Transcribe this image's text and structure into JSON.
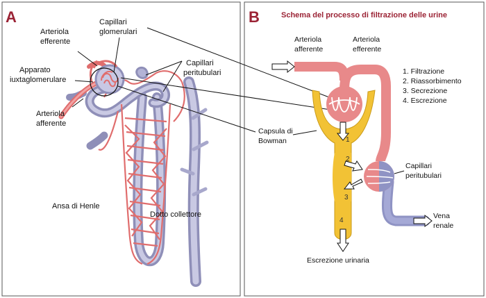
{
  "panel_a": {
    "letter": "A",
    "labels": {
      "arteriola_efferente": [
        "Arteriola",
        "efferente"
      ],
      "capillari_glomerulari": [
        "Capillari",
        "glomerulari"
      ],
      "capillari_peritubulari": [
        "Capillari",
        "peritubulari"
      ],
      "apparato": [
        "Apparato",
        "iuxtaglomerulare"
      ],
      "arteriola_afferente": [
        "Arteriola",
        "afferente"
      ],
      "ansa": "Ansa di Henle",
      "dotto": "Dotto collettore"
    }
  },
  "panel_b": {
    "letter": "B",
    "title": "Schema del processo di filtrazione delle urine",
    "labels": {
      "arteriola_afferente": [
        "Arteriola",
        "afferente"
      ],
      "arteriola_efferente": [
        "Arteriola",
        "efferente"
      ],
      "capsula": [
        "Capsula di",
        "Bowman"
      ],
      "capillari_peritubulari": [
        "Capillari",
        "peritubulari"
      ],
      "vena_renale": [
        "Vena",
        "renale"
      ],
      "escrezione_urinaria": "Escrezione urinaria"
    },
    "steps": [
      "1. Filtrazione",
      "2. Riassorbimento",
      "3. Secrezione",
      "4. Escrezione"
    ],
    "step_numbers": [
      "1",
      "2",
      "3",
      "4"
    ]
  },
  "colors": {
    "panel_letter": "#9b2335",
    "artery": "#e8898a",
    "vein": "#9aa0c8",
    "tubule": "#f2c235",
    "line": "#111111"
  }
}
